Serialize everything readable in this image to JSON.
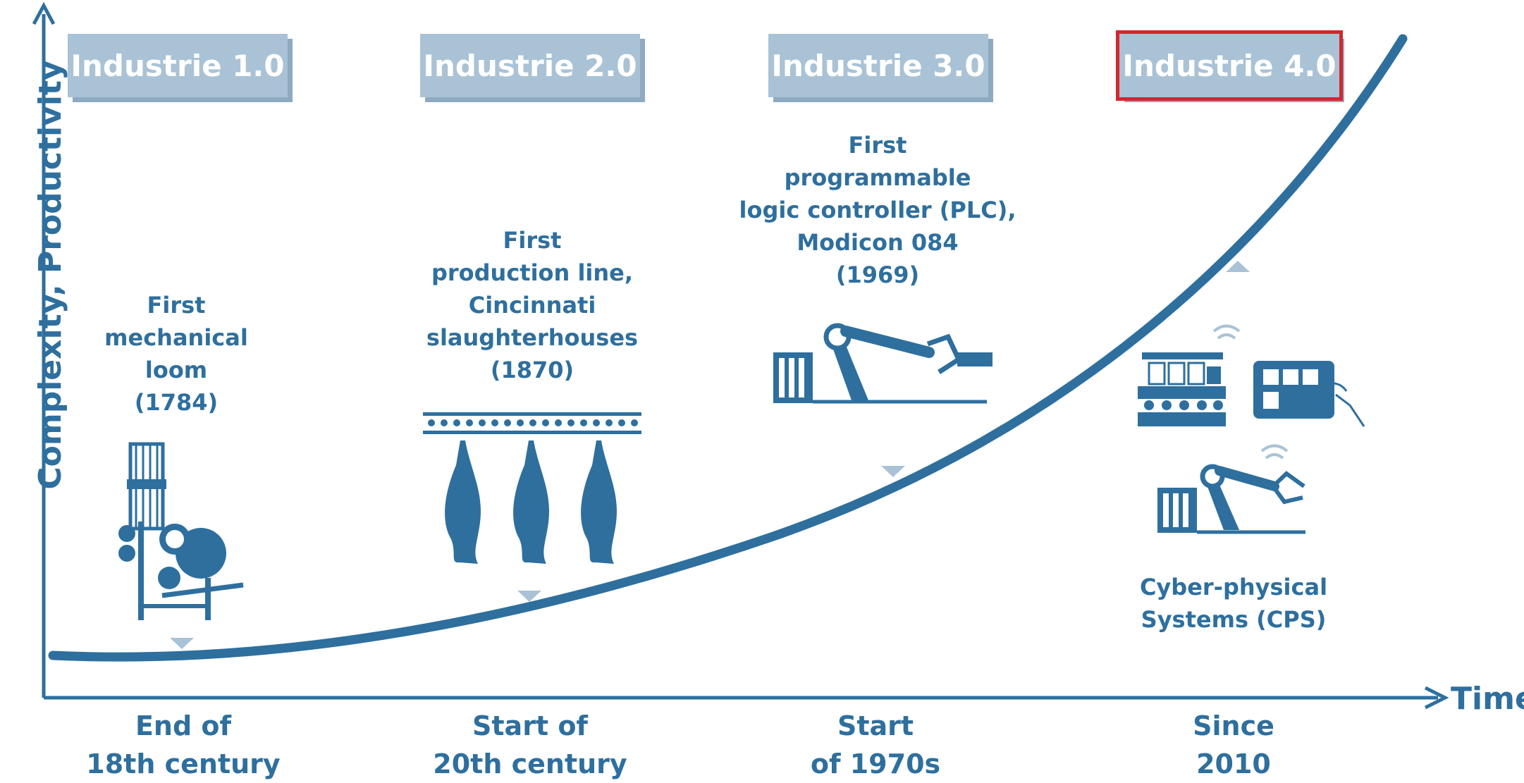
{
  "axis": {
    "y_label": "Complexity, Productivity",
    "x_label": "Time"
  },
  "eras": [
    {
      "box": "Industrie 1.0",
      "period": [
        "End of",
        "18th century"
      ],
      "invention": [
        "First",
        "mechanical",
        "loom",
        "(1784)"
      ],
      "icon": "mechanical-loom-icon",
      "highlighted": false
    },
    {
      "box": "Industrie 2.0",
      "period": [
        "Start of",
        "20th century"
      ],
      "invention": [
        "First",
        "production line,",
        "Cincinnati",
        "slaughterhouses",
        "(1870)"
      ],
      "icon": "production-line-icon",
      "highlighted": false
    },
    {
      "box": "Industrie 3.0",
      "period": [
        "Start",
        "of 1970s"
      ],
      "invention": [
        "First",
        "programmable",
        "logic controller (PLC),",
        "Modicon 084",
        "(1969)"
      ],
      "icon": "plc-robot-arm-icon",
      "highlighted": false
    },
    {
      "box": "Industrie 4.0",
      "period": [
        "Since",
        "2010"
      ],
      "invention": [
        "Cyber-physical",
        "Systems (CPS)"
      ],
      "icon": "cyber-physical-systems-icon",
      "highlighted": true
    }
  ],
  "colors": {
    "primary": "#2e6f9e",
    "box_fill": "#a9c2d6",
    "highlight": "#d4262c",
    "marker": "#a9c2d6"
  }
}
